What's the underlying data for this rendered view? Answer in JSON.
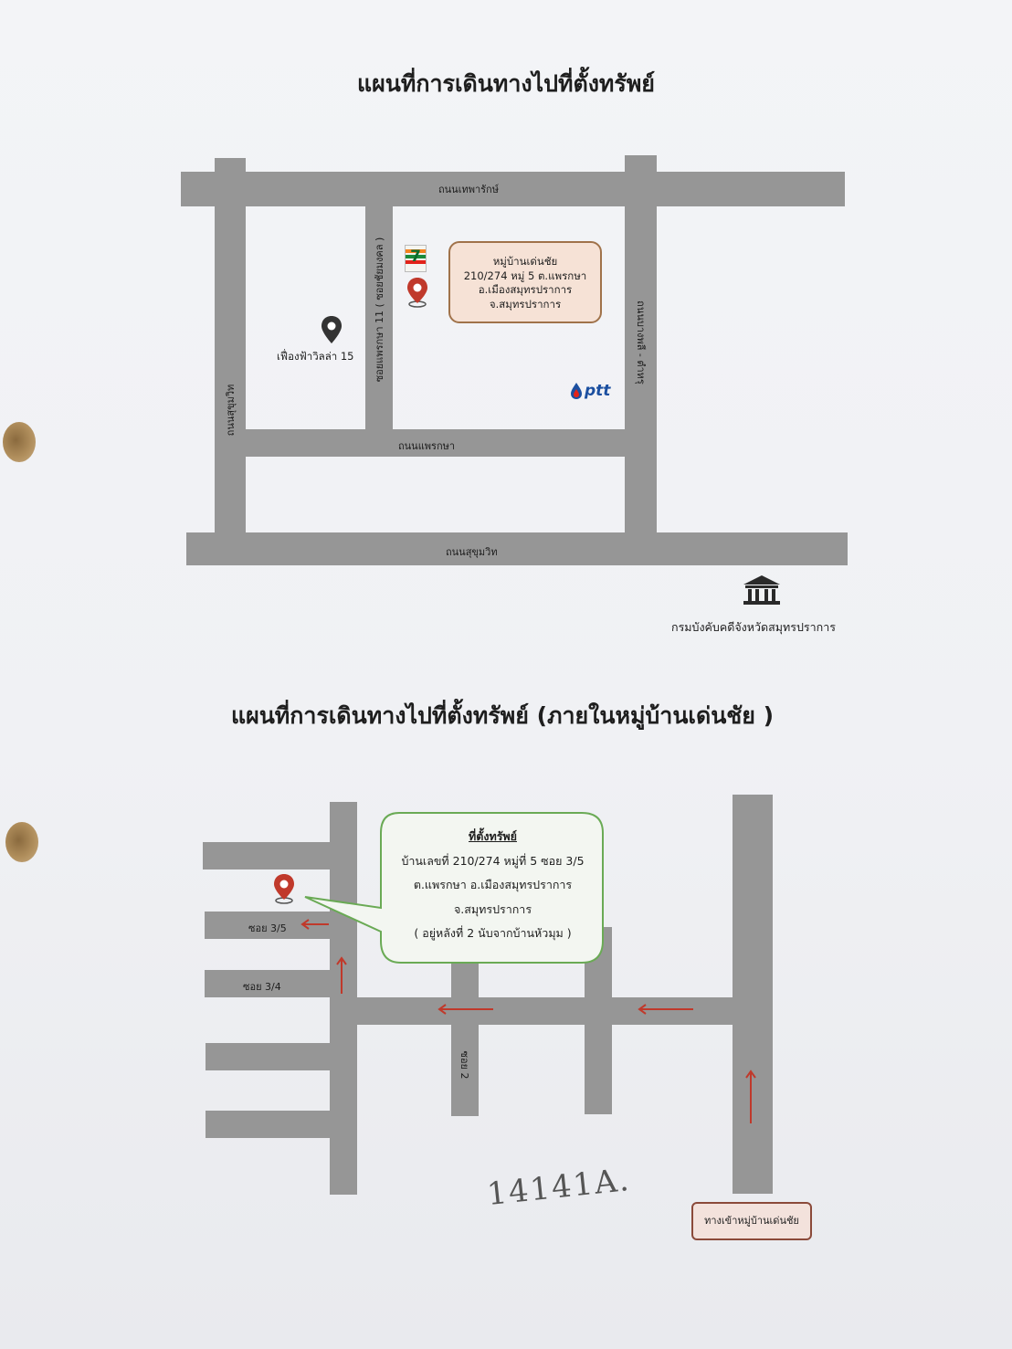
{
  "map1": {
    "title": "แผนที่การเดินทางไปที่ตั้งทรัพย์",
    "roads": {
      "top": "ถนนเทพารักษ์",
      "middle": "ถนนแพรกษา",
      "bottom": "ถนนสุขุมวิท",
      "left_vertical": "ถนนสุขุมวิท",
      "soi_vertical": "ซอยแพรกษา 11 ( ซอยชัยมงคล )",
      "right_vertical": "ถนนบางพลี - ตำหรุ"
    },
    "place_label": "เฟื่องฟ้าวิลล่า 15",
    "address_box": [
      "หมู่บ้านเด่นชัย",
      "210/274 หมู่ 5 ต.แพรกษา",
      "อ.เมืองสมุทรปราการ",
      "จ.สมุทรปราการ"
    ],
    "ptt_logo": "ptt",
    "seven_eleven_logo": "7",
    "department_label": "กรมบังคับคดีจังหวัดสมุทรปราการ"
  },
  "map2": {
    "title": "แผนที่การเดินทางไปที่ตั้งทรัพย์ (ภายในหมู่บ้านเด่นชัย )",
    "callout": {
      "heading": "ที่ตั้งทรัพย์",
      "lines": [
        "บ้านเลขที่ 210/274 หมู่ที่ 5 ซอย 3/5",
        "ต.แพรกษา อ.เมืองสมุทรปราการ",
        "จ.สมุทรปราการ",
        "( อยู่หลังที่ 2 นับจากบ้านหัวมุม )"
      ]
    },
    "soi_labels": {
      "soi_3_5": "ซอย 3/5",
      "soi_3_4": "ซอย 3/4",
      "soi_2": "ซอย 2"
    },
    "entry_label": "ทางเข้าหมู่บ้านเด่นชัย",
    "handwriting": "14141A."
  },
  "colors": {
    "road": "#969696",
    "pin": "#c0392b",
    "arrow": "#c0392b",
    "callout_border": "#6aaa55",
    "address_box_border": "#a0724a"
  }
}
